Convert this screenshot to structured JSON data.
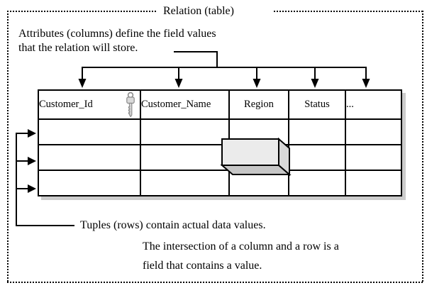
{
  "diagram": {
    "title": "Relation (table)",
    "captions": {
      "attributes_line1": "Attributes (columns) define the field values",
      "attributes_line2": "that the relation will store.",
      "tuples": "Tuples (rows) contain actual data values.",
      "intersection_line1": "The intersection of a column and a row is a",
      "intersection_line2": "field that contains a value."
    },
    "table": {
      "columns": [
        {
          "label": "Customer_Id",
          "has_key_icon": true
        },
        {
          "label": "Customer_Name",
          "has_key_icon": false
        },
        {
          "label": "Region",
          "has_key_icon": false
        },
        {
          "label": "Status",
          "has_key_icon": false
        },
        {
          "label": "...",
          "has_key_icon": false
        }
      ],
      "row_count": 3
    },
    "icons": {
      "primary_key": "key-icon"
    },
    "colors": {
      "line": "#000000",
      "box_front": "#ebebeb",
      "box_side": "#d8d8d8",
      "box_bottom": "#c6c6c6",
      "table_shadow": "#cccccc",
      "key_fill": "#d9d9d9",
      "key_stroke": "#8c8c8c"
    }
  }
}
